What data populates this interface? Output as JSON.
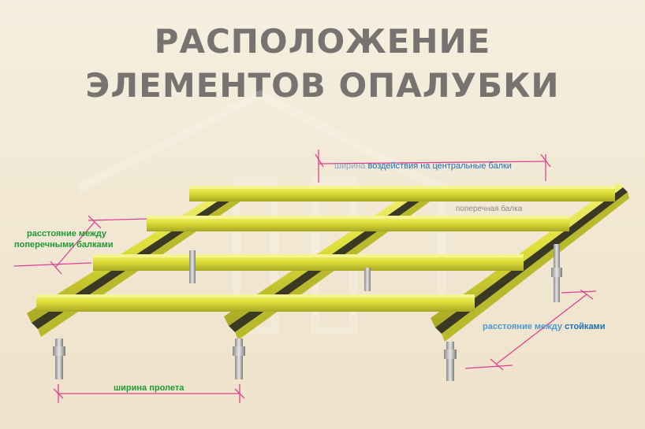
{
  "title": {
    "line1": "РАСПОЛОЖЕНИЕ",
    "line2": "ЭЛЕМЕНТОВ ОПАЛУБКИ"
  },
  "labels": {
    "central_width_prefix": "ширина ",
    "central_width_rest": "воздействия на центральные балки",
    "cross_beam": "поперечная балка",
    "cross_spacing_line1": "расстояние между",
    "cross_spacing_line2": "поперечными балками",
    "prop_spacing_prefix": "расстояние между ",
    "prop_spacing_rest": "стойками",
    "span_width": "ширина пролета"
  },
  "colors": {
    "title": "#767370",
    "beam_yellow": "#dede3a",
    "beam_dark": "#3a3a22",
    "dimension_magenta": "#e0418f",
    "label_green": "#1e9a35",
    "label_blue": "#1b6fb8"
  }
}
